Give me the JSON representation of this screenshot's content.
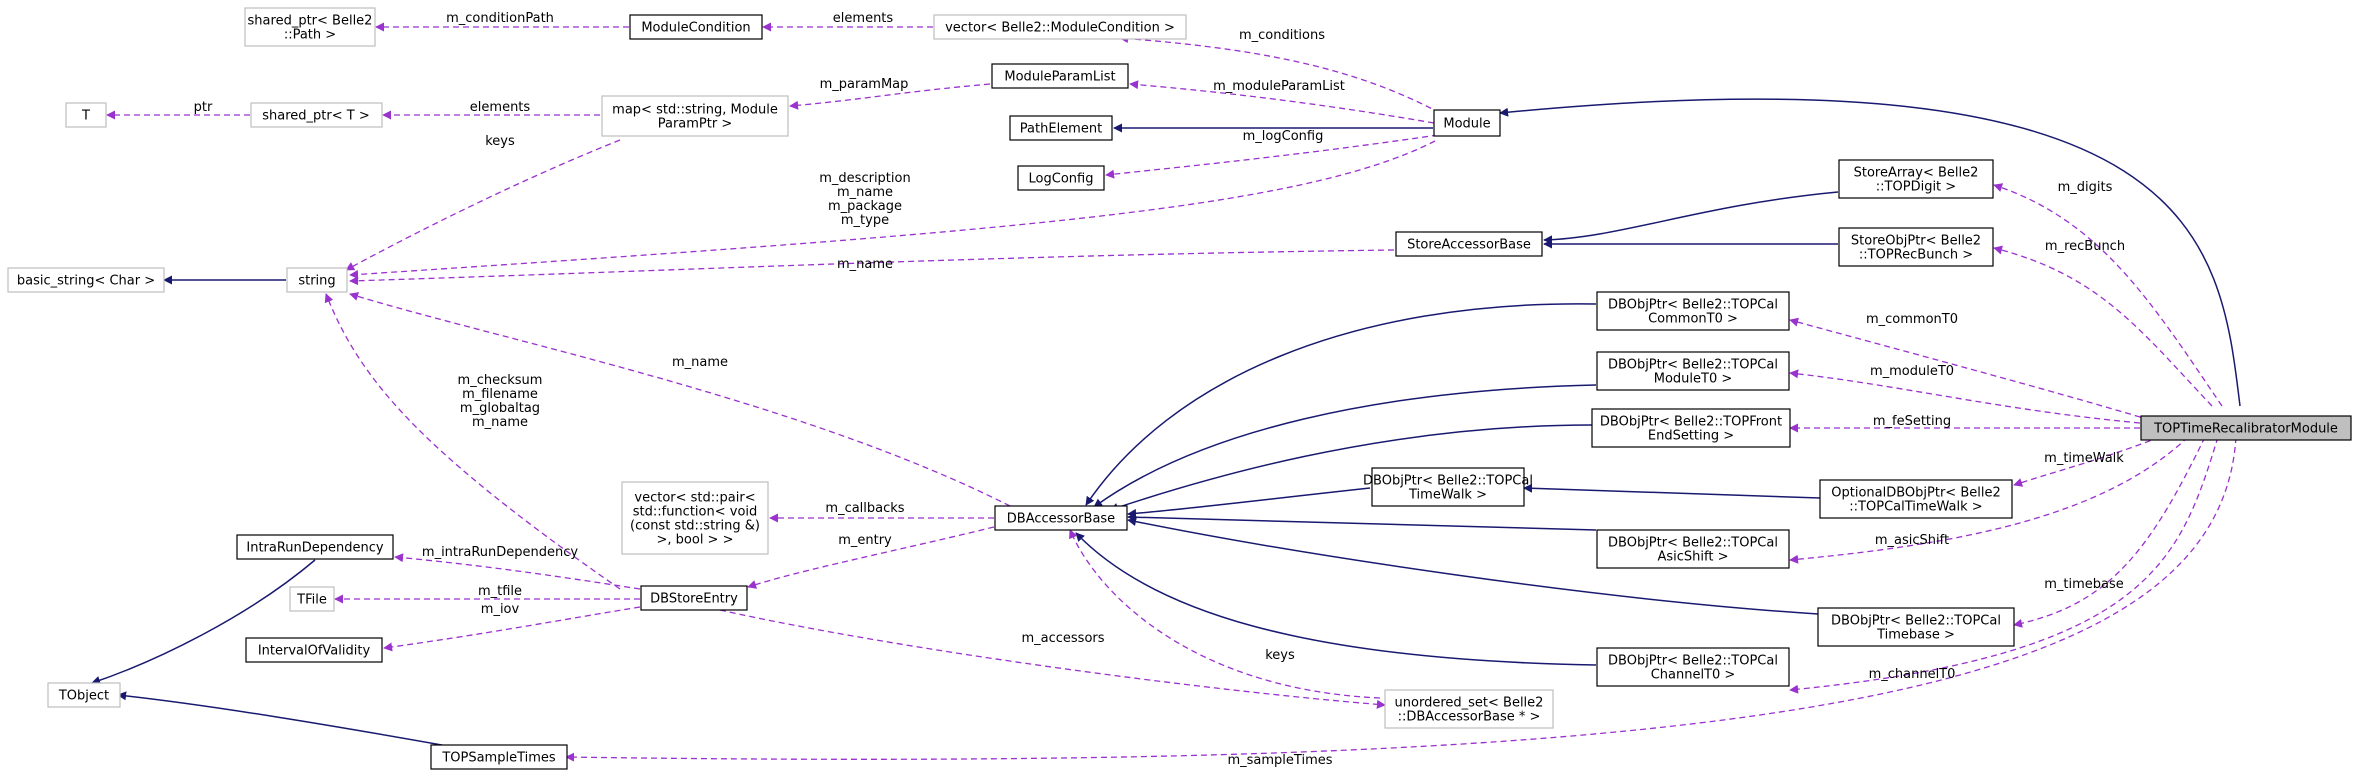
{
  "colors": {
    "inheritance_edge": "#191970",
    "usage_edge": "#9a32cd",
    "focus_node_fill": "#bfbfbf",
    "external_node_border": "#bfbfbf"
  },
  "nodes": {
    "shared_ptr_path": [
      "shared_ptr< Belle2",
      "::Path >"
    ],
    "module_condition": [
      "ModuleCondition"
    ],
    "vector_module_condition": [
      "vector< Belle2::ModuleCondition >"
    ],
    "t": [
      "T"
    ],
    "shared_ptr_t": [
      "shared_ptr< T >"
    ],
    "map_param": [
      "map< std::string, Module",
      "ParamPtr >"
    ],
    "module_param_list": [
      "ModuleParamList"
    ],
    "path_element": [
      "PathElement"
    ],
    "log_config": [
      "LogConfig"
    ],
    "module": [
      "Module"
    ],
    "basic_string": [
      "basic_string< Char >"
    ],
    "string": [
      "string"
    ],
    "store_array": [
      "StoreArray< Belle2",
      "::TOPDigit >"
    ],
    "store_accessor_base": [
      "StoreAccessorBase"
    ],
    "store_obj_ptr": [
      "StoreObjPtr< Belle2",
      "::TOPRecBunch >"
    ],
    "db_common_t0": [
      "DBObjPtr< Belle2::TOPCal",
      "CommonT0 >"
    ],
    "db_module_t0": [
      "DBObjPtr< Belle2::TOPCal",
      "ModuleT0 >"
    ],
    "db_front_end": [
      "DBObjPtr< Belle2::TOPFront",
      "EndSetting >"
    ],
    "focus": [
      "TOPTimeRecalibratorModule"
    ],
    "db_time_walk": [
      "DBObjPtr< Belle2::TOPCal",
      "TimeWalk >"
    ],
    "optional_db_time_walk": [
      "OptionalDBObjPtr< Belle2",
      "::TOPCalTimeWalk >"
    ],
    "vector_pair": [
      "vector< std::pair<",
      "std::function< void",
      "(const std::string &)",
      ">, bool > >"
    ],
    "db_accessor_base": [
      "DBAccessorBase"
    ],
    "intra_run_dependency": [
      "IntraRunDependency"
    ],
    "db_asic_shift": [
      "DBObjPtr< Belle2::TOPCal",
      "AsicShift >"
    ],
    "tfile": [
      "TFile"
    ],
    "db_store_entry": [
      "DBStoreEntry"
    ],
    "interval_of_validity": [
      "IntervalOfValidity"
    ],
    "db_timebase": [
      "DBObjPtr< Belle2::TOPCal",
      "Timebase >"
    ],
    "tobject": [
      "TObject"
    ],
    "db_channel_t0": [
      "DBObjPtr< Belle2::TOPCal",
      "ChannelT0 >"
    ],
    "unordered_set": [
      "unordered_set< Belle2",
      "::DBAccessorBase * >"
    ],
    "top_sample_times": [
      "TOPSampleTimes"
    ]
  },
  "edge_labels": {
    "condition_path": [
      "m_conditionPath"
    ],
    "elements_conditions": [
      "elements"
    ],
    "m_conditions": [
      "m_conditions"
    ],
    "ptr": [
      "ptr"
    ],
    "elements_shared": [
      "elements"
    ],
    "m_param_map": [
      "m_paramMap"
    ],
    "m_module_param_list": [
      "m_moduleParamList"
    ],
    "m_log_config": [
      "m_logConfig"
    ],
    "keys_map": [
      "keys"
    ],
    "module_strings": [
      "m_description",
      "m_name",
      "m_package",
      "m_type"
    ],
    "m_name_store": [
      "m_name"
    ],
    "m_digits": [
      "m_digits"
    ],
    "m_rec_bunch": [
      "m_recBunch"
    ],
    "m_common_t0": [
      "m_commonT0"
    ],
    "m_name_db": [
      "m_name"
    ],
    "m_module_t0": [
      "m_moduleT0"
    ],
    "db_store_strings": [
      "m_checksum",
      "m_filename",
      "m_globaltag",
      "m_name"
    ],
    "m_fe_setting": [
      "m_feSetting"
    ],
    "m_time_walk": [
      "m_timeWalk"
    ],
    "m_callbacks": [
      "m_callbacks"
    ],
    "m_asic_shift": [
      "m_asicShift"
    ],
    "m_intra_run_dependency": [
      "m_intraRunDependency"
    ],
    "m_entry": [
      "m_entry"
    ],
    "m_tfile": [
      "m_tfile"
    ],
    "m_iov": [
      "m_iov"
    ],
    "m_timebase": [
      "m_timebase"
    ],
    "m_accessors": [
      "m_accessors"
    ],
    "keys_set": [
      "keys"
    ],
    "m_channel_t0": [
      "m_channelT0"
    ],
    "m_sample_times": [
      "m_sampleTimes"
    ]
  }
}
